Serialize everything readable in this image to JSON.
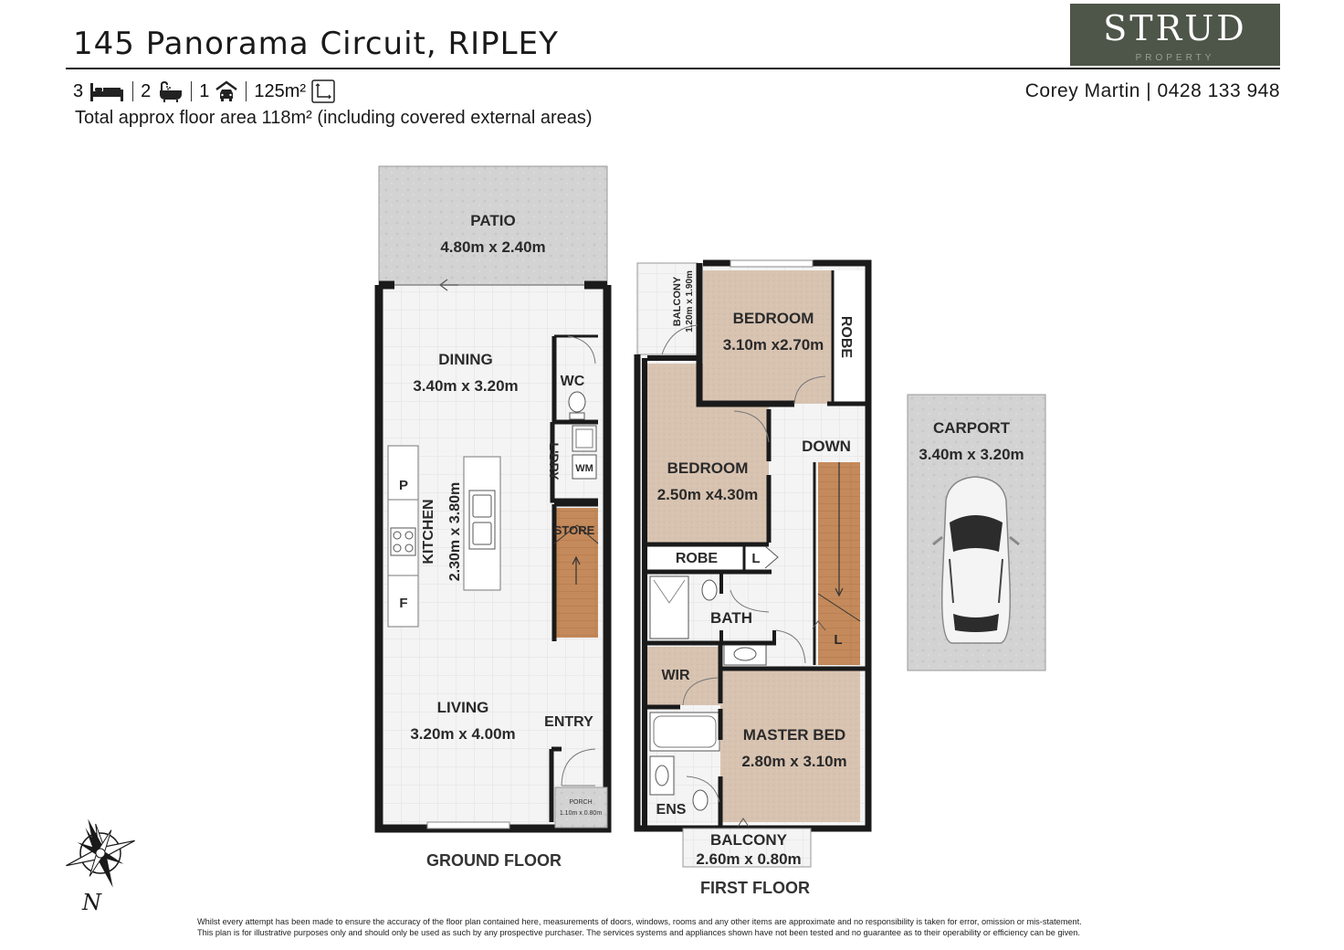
{
  "header": {
    "address": "145 Panorama Circuit, RIPLEY",
    "logo_brand": "STRUD",
    "logo_sub": "PROPERTY",
    "agent": "Corey Martin | 0428 133 948"
  },
  "stats": {
    "bedrooms": "3",
    "bathrooms": "2",
    "parking": "1",
    "land": "125m²",
    "total_area_note": "Total approx floor area 118m² (including covered external areas)"
  },
  "icons": [
    "bed-icon",
    "bath-icon",
    "car-icon",
    "land-area-icon",
    "compass-icon"
  ],
  "colors": {
    "logo_bg": "#4e5549",
    "wall": "#1a1a1a",
    "carpet": "#d8c3b1",
    "timber": "#c48a5b",
    "tile": "#f2f2f2",
    "concrete": "#d2d2d2"
  },
  "ground_floor": {
    "label": "GROUND FLOOR",
    "rooms": {
      "patio": {
        "name": "PATIO",
        "size": "4.80m x 2.40m"
      },
      "dining": {
        "name": "DINING",
        "size": "3.40m x 3.20m"
      },
      "wc": {
        "name": "WC"
      },
      "laundry": {
        "name": "L'DRY"
      },
      "wm": {
        "name": "WM"
      },
      "store": {
        "name": "STORE"
      },
      "kitchen": {
        "name": "KITCHEN",
        "size": "2.30m x 3.80m"
      },
      "pantry": {
        "name": "P"
      },
      "fridge": {
        "name": "F"
      },
      "living": {
        "name": "LIVING",
        "size": "3.20m x 4.00m"
      },
      "entry": {
        "name": "ENTRY"
      },
      "porch": {
        "name": "PORCH",
        "size": "1.10m x 0.80m"
      }
    }
  },
  "first_floor": {
    "label": "FIRST FLOOR",
    "rooms": {
      "balcony_small": {
        "name": "BALCONY",
        "size": "1.20m x 1.90m"
      },
      "bedroom1": {
        "name": "BEDROOM",
        "size": "3.10m x2.70m"
      },
      "robe1": {
        "name": "ROBE"
      },
      "bedroom2": {
        "name": "BEDROOM",
        "size": "2.50m x4.30m"
      },
      "down": {
        "name": "DOWN"
      },
      "robe2": {
        "name": "ROBE"
      },
      "linen1": {
        "name": "L"
      },
      "bath": {
        "name": "BATH"
      },
      "linen2": {
        "name": "L"
      },
      "wir": {
        "name": "WIR"
      },
      "master": {
        "name": "MASTER BED",
        "size": "2.80m x 3.10m"
      },
      "ens": {
        "name": "ENS"
      },
      "balcony": {
        "name": "BALCONY",
        "size": "2.60m x 0.80m"
      }
    }
  },
  "carport": {
    "name": "CARPORT",
    "size": "3.40m x 3.20m"
  },
  "compass_letter": "N",
  "disclaimer": {
    "line1": "Whilst every attempt has been made to ensure the accuracy of the floor plan contained here, measurements of doors, windows, rooms and any other items are approximate and no responsibility is taken for error, omission or mis-statement.",
    "line2": "This plan is for illustrative purposes only and should only be used as such by any prospective purchaser. The services systems and appliances shown have not been tested and no guarantee as to their operability or efficiency can be given."
  }
}
